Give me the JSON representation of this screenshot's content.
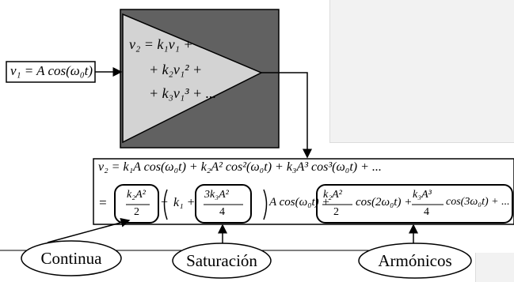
{
  "colors": {
    "block": "#616161",
    "triangle": "#d3d3d3",
    "ink": "#000000",
    "pane": "#f2f2f2"
  },
  "input_eq": "v₁ = A cos(ω₀t)",
  "amp": {
    "line1": "v₂ = k₁v₁ +",
    "line2": "+ k₂v₁² +",
    "line3": "+ k₃v₁³ + ..."
  },
  "expansion": {
    "line1": "v₂ = k₁A cos(ω₀t) + k₂A² cos²(ω₀t) + k₃A³ cos³(ω₀t) + ...",
    "term_dc_num": "k₂A²",
    "term_dc_den": "2",
    "k1": "k₁ +",
    "term_sat_num": "3k₃A²",
    "term_sat_den": "4",
    "mid": "A cos(ω₀t) +",
    "harm_a_num": "k₂A²",
    "harm_a_den": "2",
    "harm_a_tail": "cos(2ω₀t) +",
    "harm_b_num": "k₃A³",
    "harm_b_den": "4",
    "harm_b_tail": "cos(3ω₀t) + ..."
  },
  "labels": {
    "continua": "Continua",
    "saturacion": "Saturación",
    "armonicos": "Armónicos"
  }
}
